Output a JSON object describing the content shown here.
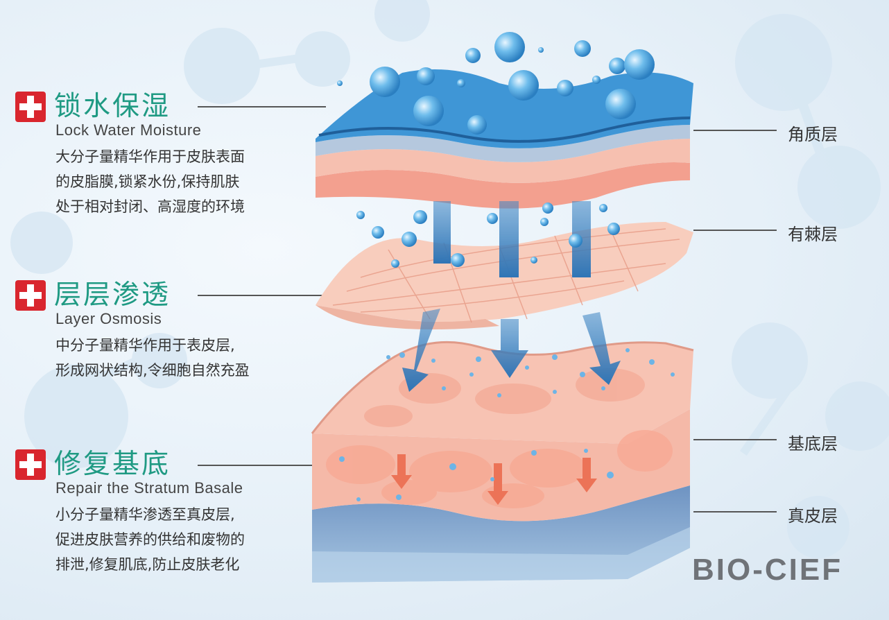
{
  "features": [
    {
      "title_cn": "锁水保湿",
      "title_en": "Lock Water Moisture",
      "desc_lines": [
        "大分子量精华作用于皮肤表面",
        "的皮脂膜,锁紧水份,保持肌肤",
        "处于相对封闭、高湿度的环境"
      ]
    },
    {
      "title_cn": "层层渗透",
      "title_en": "Layer  Osmosis",
      "desc_lines": [
        "中分子量精华作用于表皮层,",
        "形成网状结构,令细胞自然充盈"
      ]
    },
    {
      "title_cn": "修复基底",
      "title_en": "Repair the Stratum Basale",
      "desc_lines": [
        "小分子量精华渗透至真皮层,",
        "促进皮肤营养的供给和废物的",
        "排泄,修复肌底,防止皮肤老化"
      ]
    }
  ],
  "layers": [
    "角质层",
    "有棘层",
    "基底层",
    "真皮层"
  ],
  "logo": "BIO-CIEF",
  "colors": {
    "accent": "#1f9a83",
    "cross_red": "#d9262e",
    "water_blue": "#3a8fd0",
    "skin_pink": "#f3b3a3",
    "dermis_blue": "#7fa7cf"
  }
}
